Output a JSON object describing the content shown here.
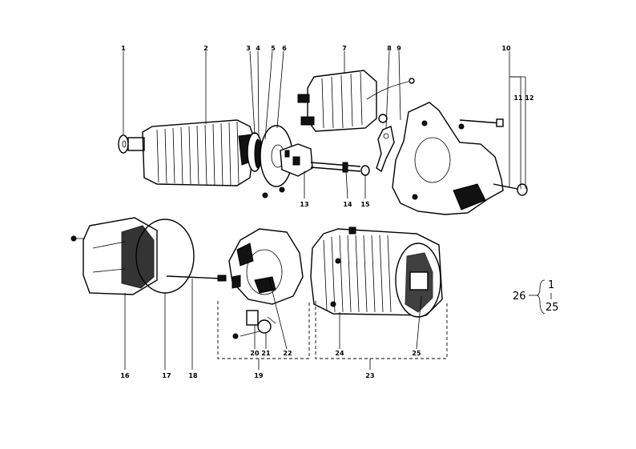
{
  "labels": {
    "n1": "1",
    "n2": "2",
    "n3": "3",
    "n4": "4",
    "n5": "5",
    "n6": "6",
    "n7": "7",
    "n8": "8",
    "n9": "9",
    "n10": "10",
    "n11": "11",
    "n12": "12",
    "n13": "13",
    "n14": "14",
    "n15": "15",
    "n16": "16",
    "n17": "17",
    "n18": "18",
    "n19": "19",
    "n20": "20",
    "n21": "21",
    "n22": "22",
    "n23": "23",
    "n24": "24",
    "n25": "25"
  },
  "legend": {
    "group": "26",
    "item_a": "1",
    "item_b": "25"
  }
}
